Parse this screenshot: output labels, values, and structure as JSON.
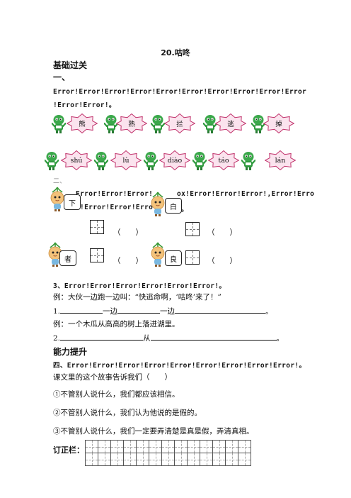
{
  "title": "20.咕咚",
  "section_basic": "基础过关",
  "q1": {
    "num": "一、",
    "line1": "Error!Error!Error!Error!Error!Error!Error!Error!Error!Error",
    "line2": "!Error!Error!。",
    "chars": [
      "熊",
      "熟",
      "拦",
      "逃",
      "掉"
    ],
    "pinyin": [
      "shú",
      "lù",
      "diào",
      "táo",
      "lán"
    ]
  },
  "q2": {
    "num": "二、",
    "line1a": "Error!Error!Error!",
    "line1b": "ox!Error!Error!Error!,Error!Erro",
    "line2a": "!Error!Error!Erro",
    "line2b": "。",
    "cards": [
      "下",
      "白",
      "者",
      "良"
    ],
    "paren": [
      "（　　）",
      "（　　）",
      "（　　）",
      "（　　）"
    ]
  },
  "q3": {
    "heading": "3、Error!Error!Error!Error!Error!Error!。",
    "example1": "例：大伙一边跑一边叫：“快逃命啊，‘咕咚’来了！”",
    "item1_num": "1.",
    "item1_w1": "一边",
    "item1_w2": "一边",
    "item1_end": "。",
    "example2": "例：一个木瓜从高高的树上落进湖里。",
    "item2_num": "2.",
    "item2_w1": "从",
    "item2_end": "。"
  },
  "section_advanced": "能力提升",
  "q4": {
    "heading": "四、Error!Error!Error!Error!Error!Error!Error!Error!Error!。",
    "question": "课文里的这个故事告诉我们（　　）",
    "options": [
      "①不管别人说什么，我们都应该相信。",
      "②不管别人说什么，我们认为他说的是假的。",
      "③不管别人说什么，我们一定要弄清楚是真是假，弄清真相。"
    ]
  },
  "correction_label": "订正栏："
}
